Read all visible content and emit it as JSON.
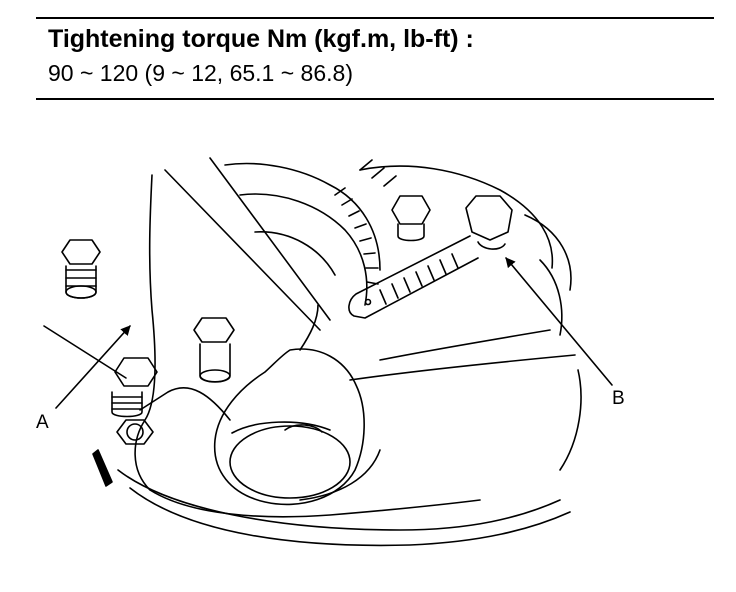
{
  "spec": {
    "title": "Tightening torque Nm (kgf.m, lb-ft) :",
    "value": "90 ~ 120 (9 ~ 12, 65.1 ~ 86.8)"
  },
  "callouts": {
    "a": "A",
    "b": "B"
  }
}
